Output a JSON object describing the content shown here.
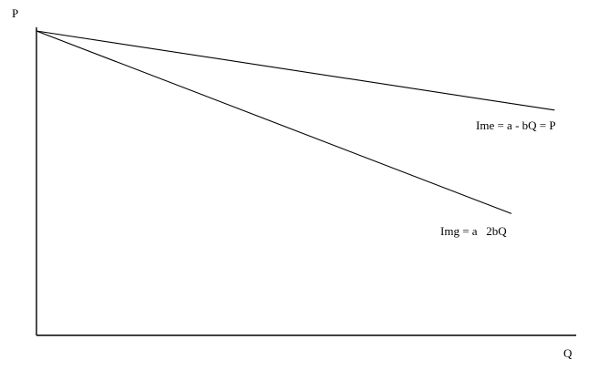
{
  "chart_data": {
    "type": "line",
    "title": "",
    "xlabel": "Q",
    "ylabel": "P",
    "grid": false,
    "xlim": [
      0,
      10
    ],
    "ylim": [
      0,
      10
    ],
    "series": [
      {
        "label": "Ime = a - bQ = P",
        "x": [
          0,
          9.6
        ],
        "y": [
          10,
          7.4
        ],
        "color": "#000000"
      },
      {
        "label": "Img = a   2bQ",
        "x": [
          0,
          8.8
        ],
        "y": [
          10,
          4.0
        ],
        "color": "#000000"
      }
    ]
  }
}
